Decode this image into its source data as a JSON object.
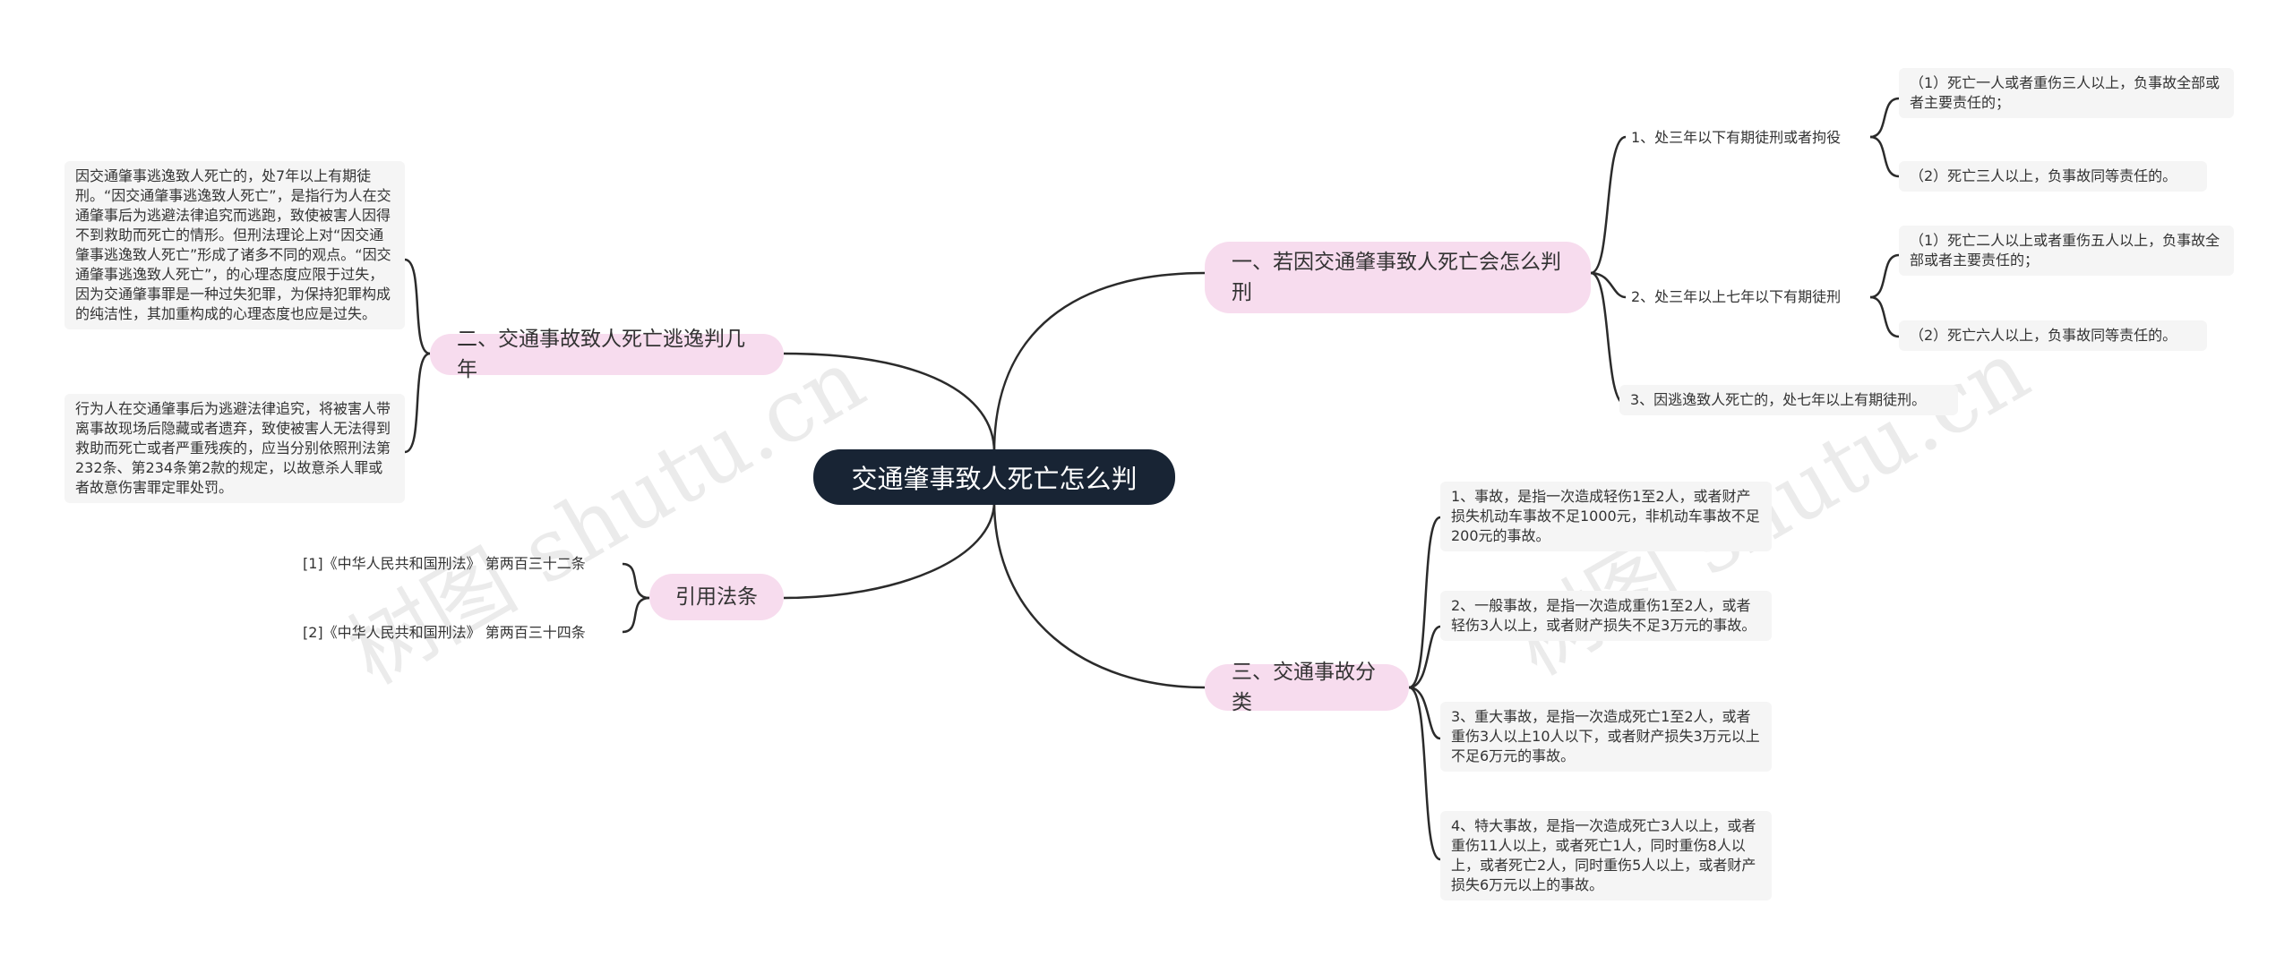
{
  "root": {
    "label": "交通肇事致人死亡怎么判"
  },
  "branches": {
    "b1": {
      "label": "一、若因交通肇事致人死亡会怎么判刑",
      "children": {
        "c1": {
          "label": "1、处三年以下有期徒刑或者拘役",
          "items": [
            "（1）死亡一人或者重伤三人以上，负事故全部或者主要责任的；",
            "（2）死亡三人以上，负事故同等责任的。"
          ]
        },
        "c2": {
          "label": "2、处三年以上七年以下有期徒刑",
          "items": [
            "（1）死亡二人以上或者重伤五人以上，负事故全部或者主要责任的；",
            "（2）死亡六人以上，负事故同等责任的。"
          ]
        },
        "c3": {
          "label": "3、因逃逸致人死亡的，处七年以上有期徒刑。"
        }
      }
    },
    "b2": {
      "label": "二、交通事故致人死亡逃逸判几年",
      "items": [
        "因交通肇事逃逸致人死亡的，处7年以上有期徒刑。“因交通肇事逃逸致人死亡”，是指行为人在交通肇事后为逃避法律追究而逃跑，致使被害人因得不到救助而死亡的情形。但刑法理论上对“因交通肇事逃逸致人死亡”形成了诸多不同的观点。“因交通肇事逃逸致人死亡”，的心理态度应限于过失，因为交通肇事罪是一种过失犯罪，为保持犯罪构成的纯洁性，其加重构成的心理态度也应是过失。",
        "行为人在交通肇事后为逃避法律追究，将被害人带离事故现场后隐藏或者遗弃，致使被害人无法得到救助而死亡或者严重残疾的，应当分别依照刑法第232条、第234条第2款的规定，以故意杀人罪或者故意伤害罪定罪处罚。"
      ]
    },
    "b3": {
      "label": "引用法条",
      "items": [
        "[1]《中华人民共和国刑法》 第两百三十二条",
        "[2]《中华人民共和国刑法》 第两百三十四条"
      ]
    },
    "b4": {
      "label": "三、交通事故分类",
      "items": [
        "1、事故，是指一次造成轻伤1至2人，或者财产损失机动车事故不足1000元，非机动车事故不足200元的事故。",
        "2、一般事故，是指一次造成重伤1至2人，或者轻伤3人以上，或者财产损失不足3万元的事故。",
        "3、重大事故，是指一次造成死亡1至2人，或者重伤3人以上10人以下，或者财产损失3万元以上不足6万元的事故。",
        "4、特大事故，是指一次造成死亡3人以上，或者重伤11人以上，或者死亡1人，同时重伤8人以上，或者死亡2人，同时重伤5人以上，或者财产损失6万元以上的事故。"
      ]
    }
  },
  "watermark": {
    "text": "树图 shutu.cn"
  },
  "colors": {
    "root_bg": "#182434",
    "branch_bg": "#f7dcee",
    "leaf_bg": "#f5f5f5",
    "line": "#2b2b2b"
  }
}
